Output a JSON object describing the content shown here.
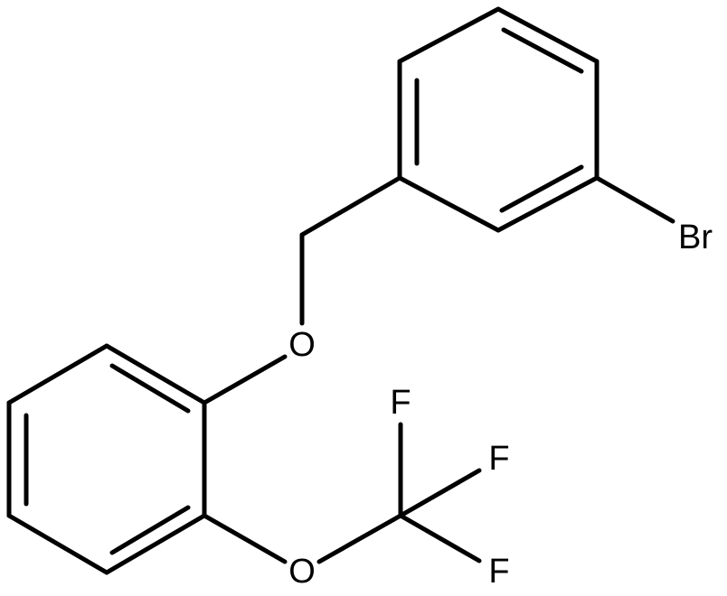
{
  "molecule": {
    "atoms": {
      "br": "Br",
      "o_ether": "O",
      "o_ocf3": "O",
      "f1": "F",
      "f2": "F",
      "f3": "F"
    }
  },
  "colors": {
    "bond": "#000000",
    "label": "#000000",
    "background": "#ffffff"
  }
}
